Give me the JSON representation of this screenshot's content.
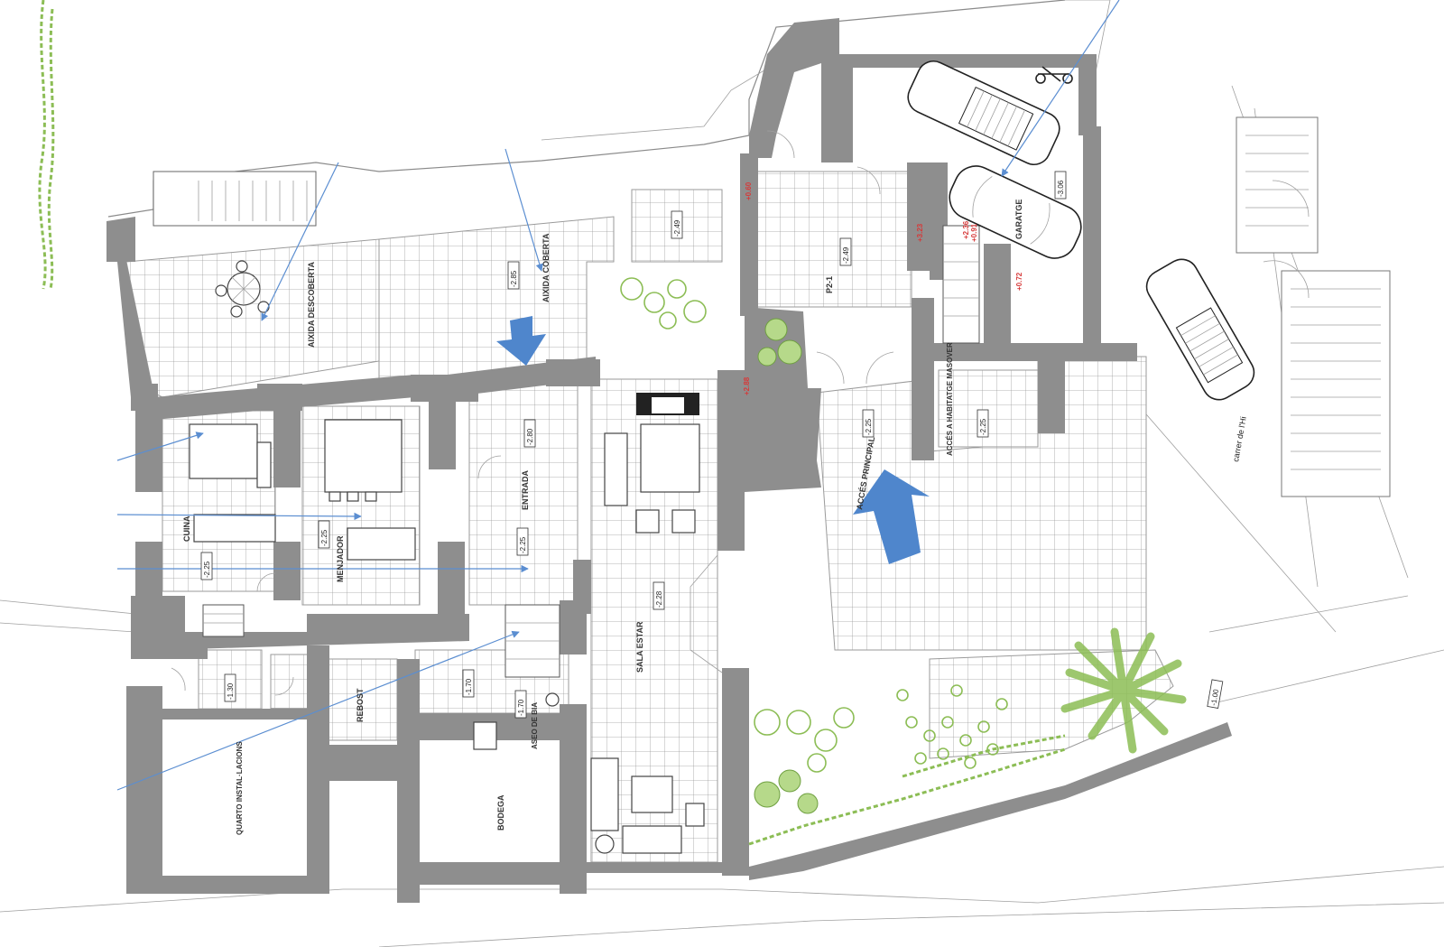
{
  "labels": {
    "axida_descoberta": "AIXIDA DESCOBERTA",
    "axida_coberta": "AIXIDA COBERTA",
    "p2_1": "P2-1",
    "garatge": "GARATGE",
    "cuina": "CUINA",
    "menjador": "MENJADOR",
    "entrada": "ENTRADA",
    "acces_principal": "ACCÉS PRINCIPAL",
    "acces_habitatge_masover": "ACCÉS A HABITATGE MASOVER",
    "sala_estar": "SALA ESTAR",
    "rebost": "REBOST",
    "bodega": "BODEGA",
    "quarto_instalacions": "QUARTO INSTAL·LACIONS",
    "aseo": "ASEO DE BIA"
  },
  "levels": {
    "axida_coberta": "-2.85",
    "small_2_49": "-2.49",
    "p2_1": "-2.49",
    "garatge": "-3.06",
    "entrada_top": "-2.80",
    "entrada": "-2.25",
    "cuina": "-2.25",
    "menjador": "-2.25",
    "acces_principal": "-2.25",
    "acces_masover": "-2.25",
    "sala_estar": "-2.28",
    "passage": "-1.30",
    "stairs_small": "-1.70",
    "aseo": "-1.70",
    "street": "-1.00"
  },
  "red_levels": {
    "r1": "+0.60",
    "r2": "+3.23",
    "r3": "+2.36",
    "r4": "+0.91",
    "r5": "+0.72",
    "r6": "+2.88"
  },
  "street_label": "carrer de l'Hi",
  "colors": {
    "wall": "#8e8e8e",
    "arrow": "#4f86cc",
    "vegetation": "#8cbd55",
    "red_level": "#d63a3a"
  }
}
